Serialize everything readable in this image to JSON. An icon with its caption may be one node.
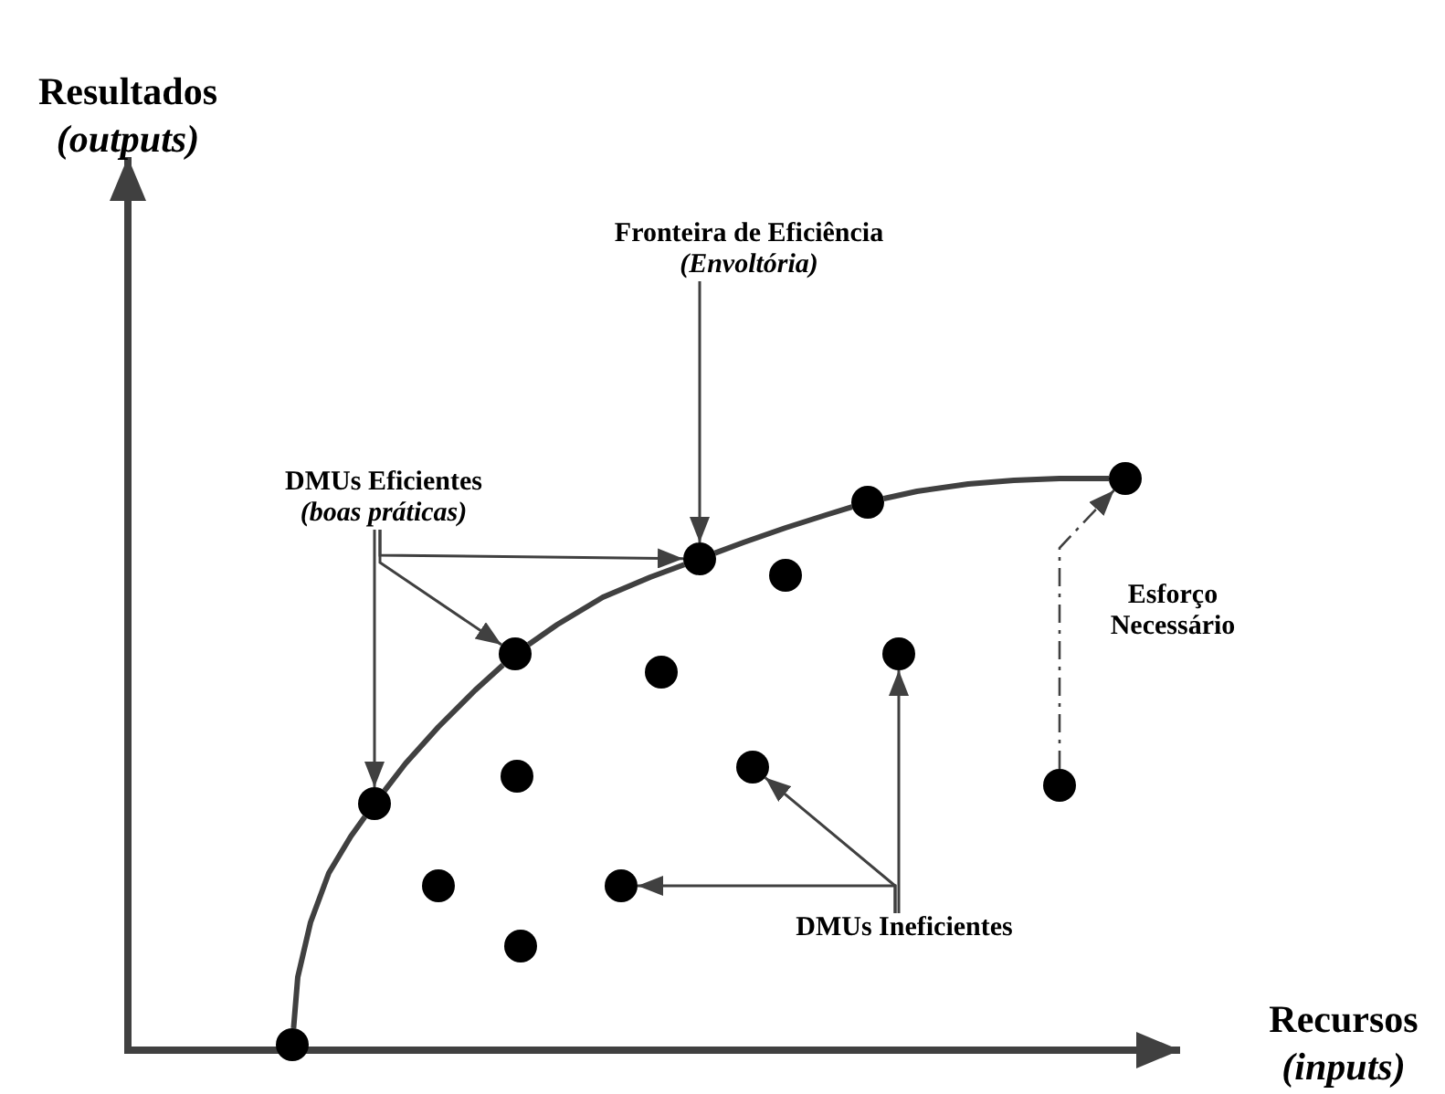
{
  "diagram": {
    "nodes": [
      {
        "text": [
          "Fronteira de Eficiência",
          "(Envoltória)"
        ]
      },
      {
        "text": [
          "DMUs Eficientes",
          "(boas práticas)"
        ]
      },
      {
        "text": [
          "DMUs Ineficientes"
        ]
      },
      {
        "text": [],
        "shape": "circle"
      },
      {
        "text": [],
        "shape": "circle"
      },
      {
        "text": [],
        "shape": "circle"
      },
      {
        "text": [],
        "shape": "circle"
      },
      {
        "text": [],
        "shape": "circle"
      },
      {
        "text": [],
        "shape": "circle"
      },
      {
        "text": [],
        "shape": "circle"
      },
      {
        "text": [],
        "shape": "circle"
      },
      {
        "text": [],
        "shape": "circle"
      },
      {
        "text": [],
        "shape": "circle"
      },
      {
        "text": [],
        "shape": "circle"
      },
      {
        "text": [],
        "shape": "circle"
      },
      {
        "text": [],
        "shape": "circle"
      },
      {
        "text": [],
        "shape": "circle"
      },
      {
        "text": [],
        "shape": "circle"
      }
    ],
    "edges": [
      {
        "from": 0,
        "to": 11,
        "arrow": "to"
      },
      {
        "from": 1,
        "to": 11,
        "arrow": "to"
      },
      {
        "from": 1,
        "to": 6,
        "arrow": "to"
      },
      {
        "from": 1,
        "to": 4,
        "arrow": "to"
      },
      {
        "from": 2,
        "to": 9,
        "arrow": "to"
      },
      {
        "from": 2,
        "to": 12,
        "arrow": "to"
      },
      {
        "from": 2,
        "to": 15,
        "arrow": "to"
      },
      {
        "from": 16,
        "to": 17,
        "arrow": "to",
        "style": "dashed"
      },
      {
        "from": 3,
        "to": 4,
        "arrow": "none",
        "style": "thick"
      },
      {
        "from": 4,
        "to": 6,
        "arrow": "none",
        "style": "thick"
      },
      {
        "from": 6,
        "to": 11,
        "arrow": "none",
        "style": "thick"
      },
      {
        "from": 11,
        "to": 14,
        "arrow": "none",
        "style": "thick"
      },
      {
        "from": 14,
        "to": 17,
        "arrow": "none",
        "style": "thick"
      }
    ],
    "labels": [
      "Resultados",
      "(outputs)",
      "Esforço Necessário",
      "Recursos",
      "(inputs)"
    ]
  }
}
